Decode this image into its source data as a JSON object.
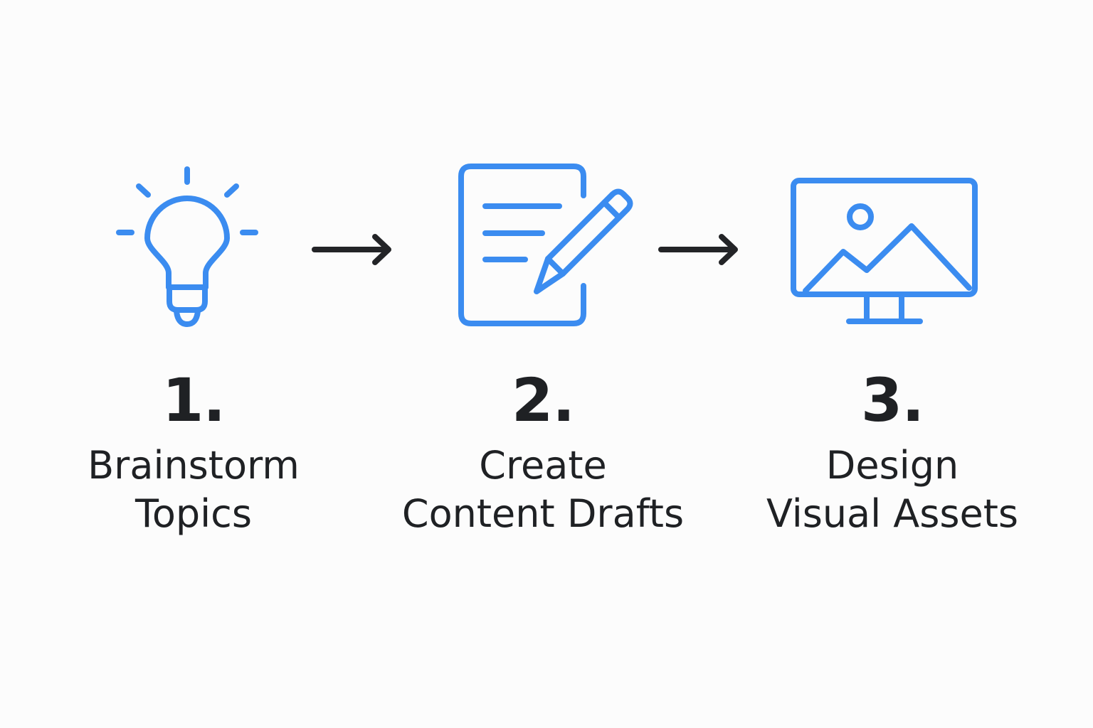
{
  "colors": {
    "icon_stroke": "#3b8cf0",
    "arrow": "#232427",
    "text": "#1f2124",
    "background": "#fcfcfc"
  },
  "steps": [
    {
      "number": "1.",
      "label_line1": "Brainstorm",
      "label_line2": "Topics",
      "icon": "lightbulb-icon"
    },
    {
      "number": "2.",
      "label_line1": "Create",
      "label_line2": "Content Drafts",
      "icon": "document-pencil-icon"
    },
    {
      "number": "3.",
      "label_line1": "Design",
      "label_line2": "Visual Assets",
      "icon": "monitor-image-icon"
    }
  ],
  "connectors": [
    {
      "icon": "arrow-right-icon"
    },
    {
      "icon": "arrow-right-icon"
    }
  ]
}
